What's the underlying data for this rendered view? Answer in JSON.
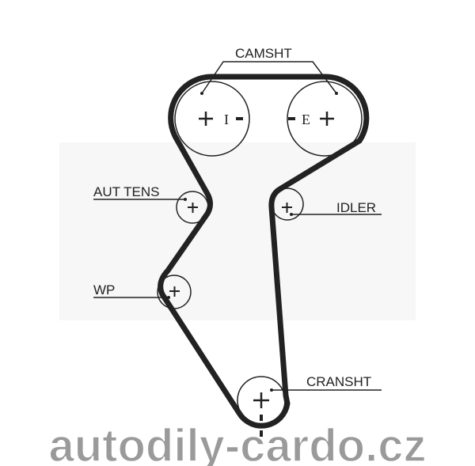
{
  "diagram": {
    "labels": {
      "camshaft": "CAMSHT",
      "auto_tensioner": "AUT TENS",
      "idler": "IDLER",
      "water_pump": "WP",
      "crankshaft": "CRANSHT"
    },
    "cam_marks": {
      "intake": "I",
      "exhaust": "E"
    },
    "watermark": "autodily-cardo.cz",
    "colors": {
      "belt": "#222222",
      "watermark": "#9a9a9a"
    }
  }
}
